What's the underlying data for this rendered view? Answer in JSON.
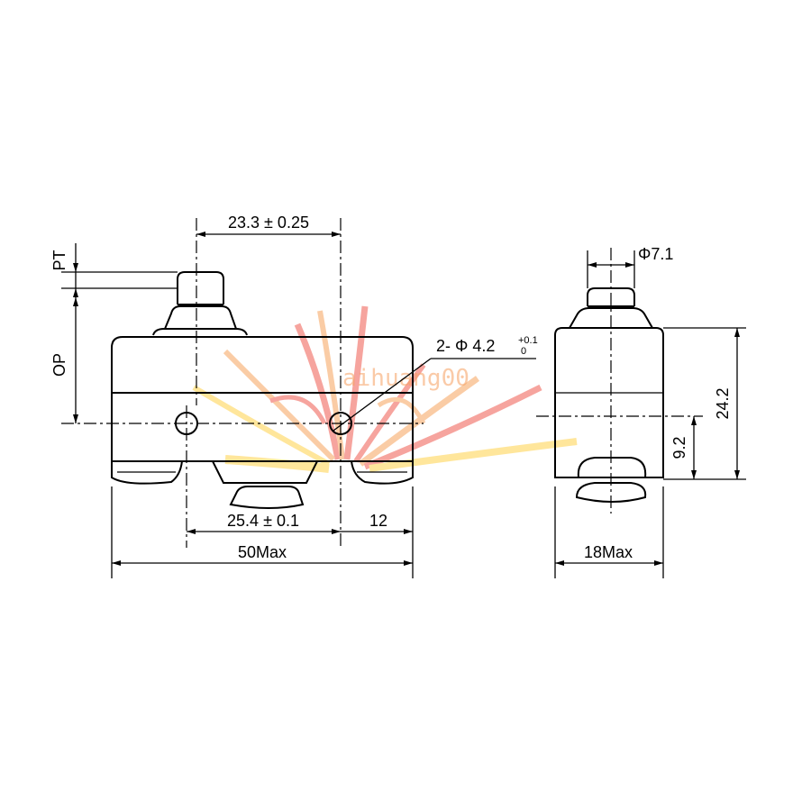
{
  "dimensions": {
    "top_width": "23.3 ± 0.25",
    "pt": "PT",
    "op": "OP",
    "hole": "2- Φ 4.2",
    "hole_tol_upper": "+0.1",
    "hole_tol_lower": "0",
    "hole_spacing": "25.4 ± 0.1",
    "offset": "12",
    "overall_width": "50Max",
    "plunger_dia": "Φ7.1",
    "side_height": "24.2",
    "side_lower": "9.2",
    "side_width": "18Max"
  },
  "watermark": {
    "text": "aihuang00",
    "colors": [
      "#f05a50",
      "#f7a35c",
      "#ffd24a"
    ]
  }
}
